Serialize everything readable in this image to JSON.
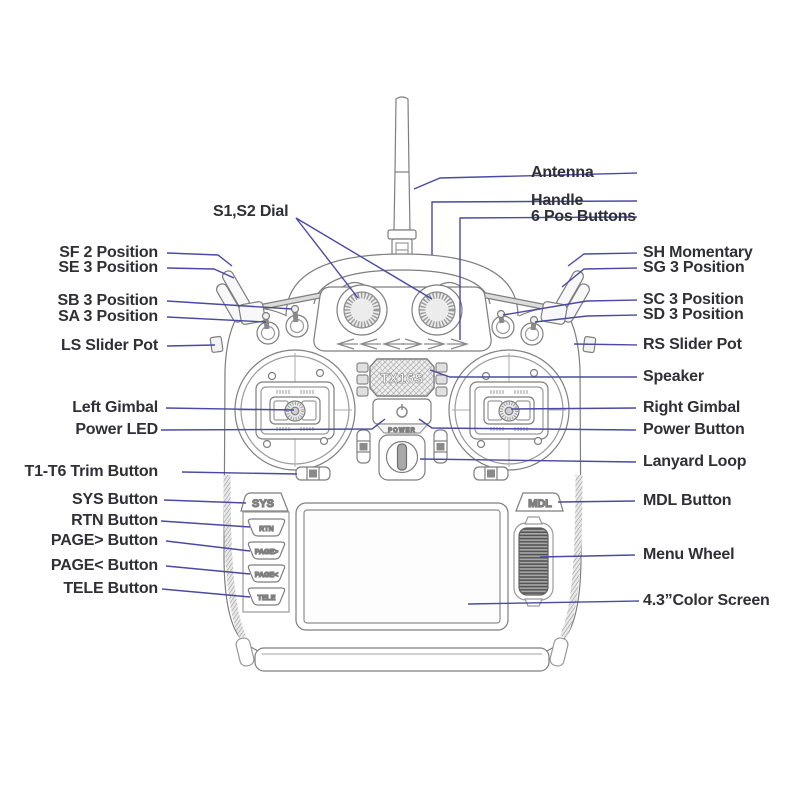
{
  "diagram_title": "RadioMaster TX16S transmitter parts diagram",
  "colors": {
    "background": "#ffffff",
    "leader_line": "#4a4aa5",
    "label_text": "#2f2f36",
    "drawing_line": "#7e7e7e"
  },
  "labels": {
    "s1s2_dial": "S1,S2 Dial",
    "sf": "SF 2 Position",
    "se": "SE 3 Position",
    "sb": "SB 3 Position",
    "sa": "SA 3 Position",
    "ls": "LS Slider Pot",
    "left_gimbal": "Left Gimbal",
    "power_led": "Power LED",
    "trim": "T1-T6 Trim Button",
    "sys": "SYS Button",
    "rtn": "RTN Button",
    "page_next": "PAGE> Button",
    "page_prev": "PAGE< Button",
    "tele": "TELE Button",
    "antenna": "Antenna",
    "handle": "Handle",
    "six_pos": "6 Pos Buttons",
    "sh": "SH Momentary",
    "sg": "SG 3 Position",
    "sc": "SC 3 Position",
    "sd": "SD 3 Position",
    "rs": "RS Slider Pot",
    "speaker": "Speaker",
    "right_gimbal": "Right Gimbal",
    "power_button": "Power Button",
    "lanyard": "Lanyard Loop",
    "mdl": "MDL Button",
    "menu_wheel": "Menu Wheel",
    "screen": "4.3”Color Screen"
  },
  "device_text": {
    "logo": "TX16S",
    "power": "POWER",
    "sys": "SYS",
    "mdl": "MDL",
    "rtn": "RTN",
    "page_next": "PAGE>",
    "page_prev": "PAGE<",
    "tele": "TELE"
  }
}
